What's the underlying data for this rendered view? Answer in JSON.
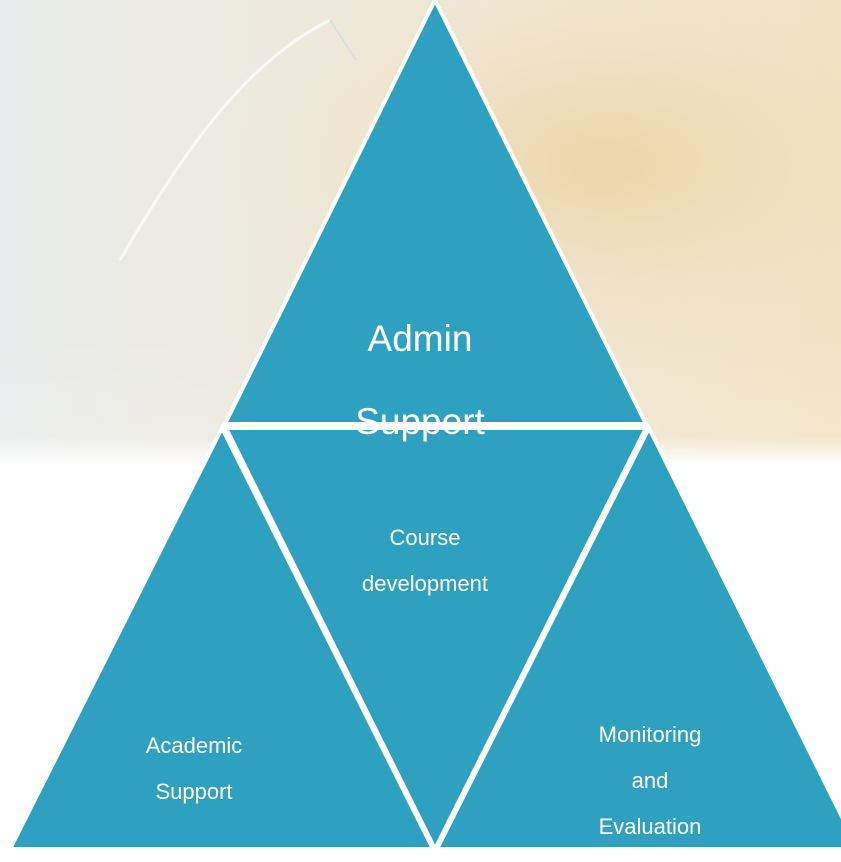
{
  "diagram": {
    "segments": [
      {
        "id": "admin",
        "lines": [
          "Admin",
          "Support"
        ]
      },
      {
        "id": "course",
        "lines": [
          "Course",
          "development"
        ]
      },
      {
        "id": "academic",
        "lines": [
          "Academic",
          "Support"
        ]
      },
      {
        "id": "monitoring",
        "lines": [
          "Monitoring",
          "and",
          "Evaluation"
        ]
      }
    ]
  },
  "colors": {
    "triangle_fill": "#2ea1c0",
    "triangle_stroke": "#ffffff",
    "label_text": "#ffffff",
    "background_photo_tint": "#efe6d2"
  }
}
